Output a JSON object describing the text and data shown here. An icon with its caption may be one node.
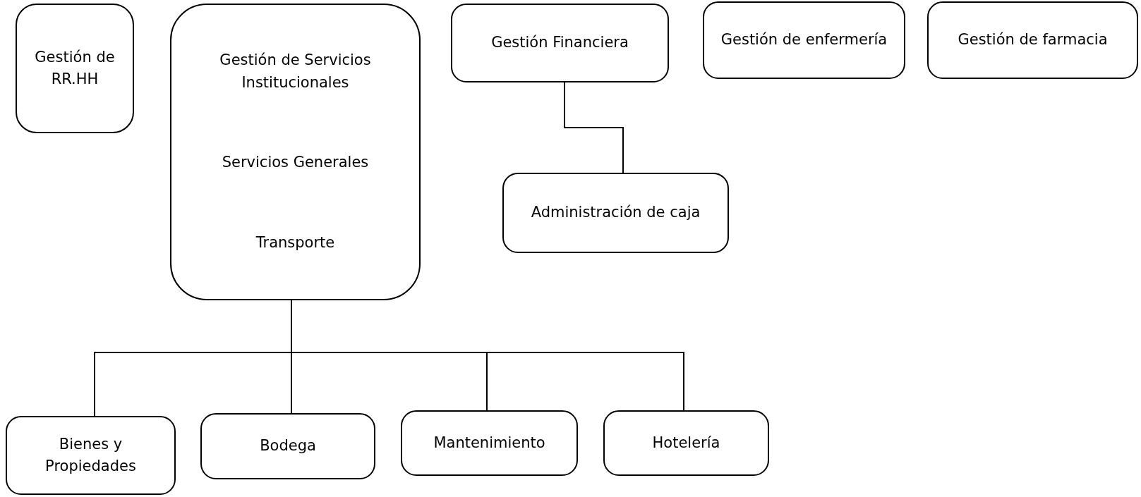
{
  "diagram": {
    "nodes": [
      {
        "text": [
          "Gestión de RR.HH"
        ]
      },
      {
        "text": [
          "Gestión de Servicios Institucionales",
          "Servicios Generales",
          "Transporte"
        ]
      },
      {
        "text": [
          "Gestión Financiera"
        ]
      },
      {
        "text": [
          "Gestión de enfermería"
        ]
      },
      {
        "text": [
          "Gestión de farmacia"
        ]
      },
      {
        "text": [
          "Administración de caja"
        ]
      },
      {
        "text": [
          "Bienes y Propiedades"
        ]
      },
      {
        "text": [
          "Bodega"
        ]
      },
      {
        "text": [
          "Mantenimiento"
        ]
      },
      {
        "text": [
          "Hotelería"
        ]
      }
    ],
    "edges": [
      {
        "from": 2,
        "to": 5,
        "arrow": "none"
      },
      {
        "from": 1,
        "to": 6,
        "arrow": "none"
      },
      {
        "from": 1,
        "to": 7,
        "arrow": "none"
      },
      {
        "from": 1,
        "to": 8,
        "arrow": "none"
      },
      {
        "from": 1,
        "to": 9,
        "arrow": "none"
      }
    ]
  }
}
